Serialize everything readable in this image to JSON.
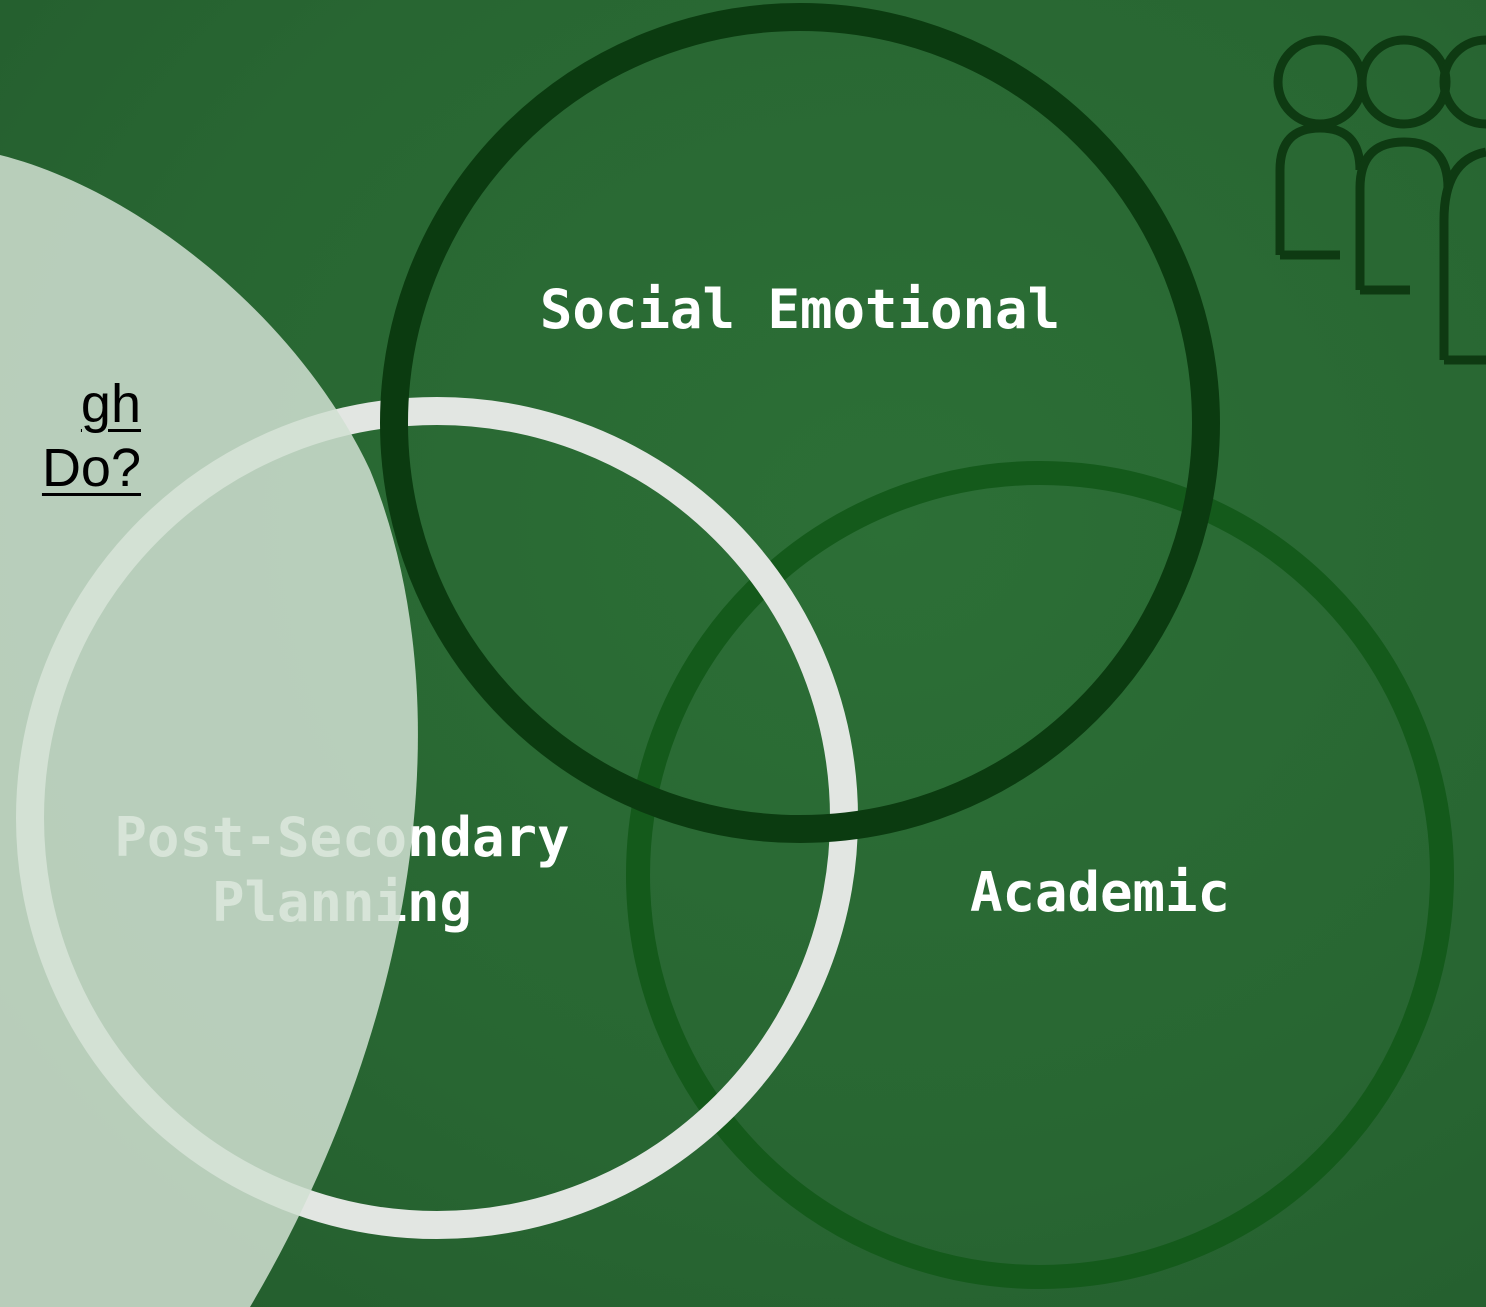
{
  "title": {
    "line1": "gh",
    "line2": "Do?"
  },
  "diagram": {
    "circles": [
      {
        "id": "social-emotional",
        "label_lines": [
          "Social Emotional"
        ],
        "stroke": "#0b3b10"
      },
      {
        "id": "post-secondary-planning",
        "label_lines": [
          "Post-Secondary",
          "Planning"
        ],
        "stroke": "#e2e6e2"
      },
      {
        "id": "academic",
        "label_lines": [
          "Academic"
        ],
        "stroke": "#145a1b"
      }
    ]
  },
  "colors": {
    "background": "#2a6a34",
    "overlay": "#d0dfd2"
  },
  "icons": {
    "people": "people-group-icon"
  }
}
